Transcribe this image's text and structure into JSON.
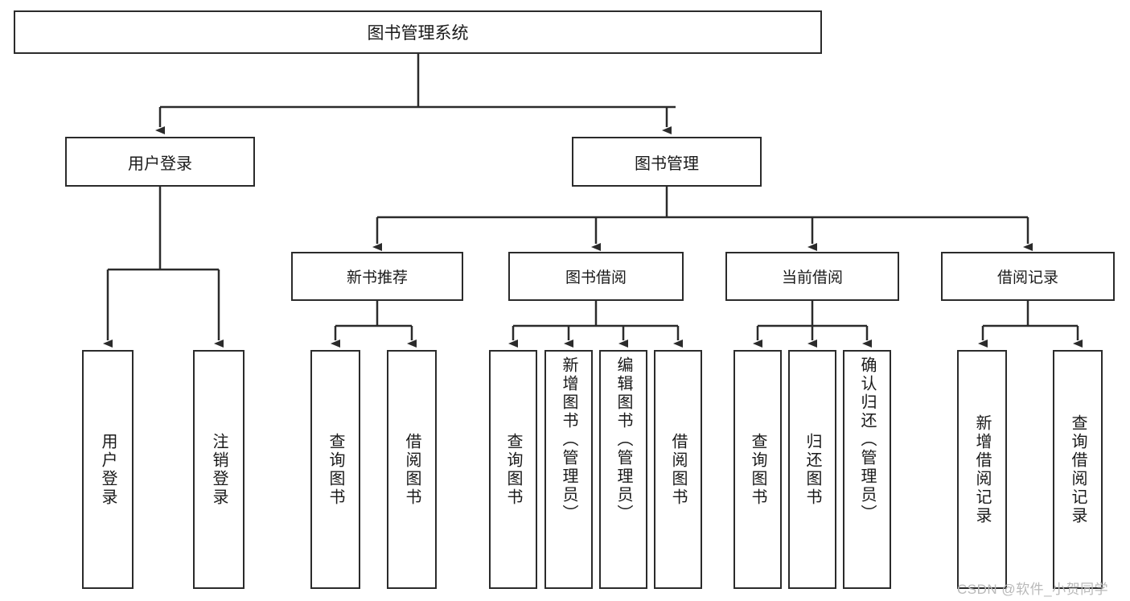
{
  "diagram": {
    "title": "图书管理系统",
    "type": "tree-hierarchy-diagram",
    "watermark": "CSDN @软件_小贺同学",
    "colors": {
      "stroke": "#2b2b2b",
      "fill": "#ffffff",
      "text": "#1a1a1a",
      "watermark": "#b9b9b9"
    }
  },
  "root": {
    "label": "图书管理系统"
  },
  "level2": {
    "user_login": {
      "label": "用户登录"
    },
    "book_manage": {
      "label": "图书管理"
    }
  },
  "level3": {
    "new_book": {
      "label": "新书推荐"
    },
    "borrow": {
      "label": "图书借阅"
    },
    "current_borrow": {
      "label": "当前借阅"
    },
    "borrow_record": {
      "label": "借阅记录"
    }
  },
  "leaves": {
    "user_login": [
      {
        "label": "用户登录"
      },
      {
        "label": "注销登录"
      }
    ],
    "new_book": [
      {
        "label": "查询图书"
      },
      {
        "label": "借阅图书"
      }
    ],
    "borrow": [
      {
        "label": "查询图书"
      },
      {
        "label": "新增图书（管理员）"
      },
      {
        "label": "编辑图书（管理员）"
      },
      {
        "label": "借阅图书"
      }
    ],
    "current_borrow": [
      {
        "label": "查询图书"
      },
      {
        "label": "归还图书"
      },
      {
        "label": "确认归还（管理员）"
      }
    ],
    "borrow_record": [
      {
        "label": "新增借阅记录"
      },
      {
        "label": "查询借阅记录"
      }
    ]
  }
}
